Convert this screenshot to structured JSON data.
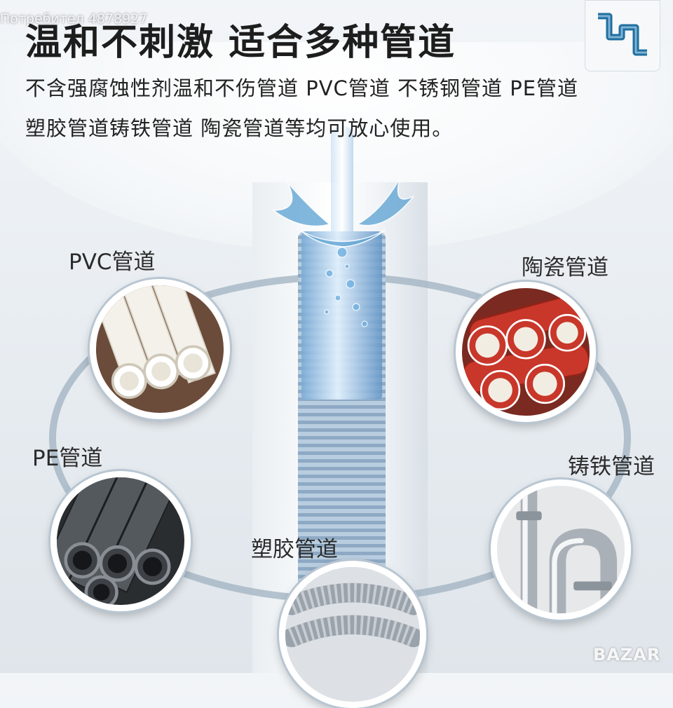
{
  "watermark": "Потребител 4878927",
  "title": "温和不刺激  适合多种管道",
  "subtitle_lines": [
    "不含强腐蚀性剂温和不伤管道 PVC管道 不锈钢管道 PE管道",
    "塑胶管道铸铁管道 陶瓷管道等均可放心使用。"
  ],
  "pipe_types": [
    {
      "label": "PVC管道",
      "icon": "pvc-pipe-photo"
    },
    {
      "label": "陶瓷管道",
      "icon": "ceramic-pipe-photo"
    },
    {
      "label": "PE管道",
      "icon": "pe-pipe-photo"
    },
    {
      "label": "铸铁管道",
      "icon": "cast-iron-pipe-photo"
    },
    {
      "label": "塑胶管道",
      "icon": "plastic-hose-photo"
    }
  ],
  "logo_icon": "pipe-logo-icon",
  "brand_watermark": "BAZAR",
  "colors": {
    "accent_blue": "#1f6f9e",
    "ring": "#9fb2c0",
    "ceramic_red": "#c8372a"
  }
}
